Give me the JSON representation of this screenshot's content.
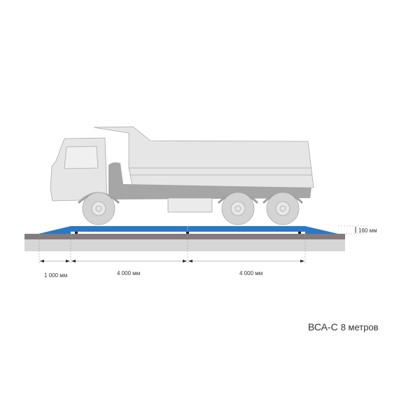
{
  "dimensions": {
    "ramp": "1 000 мм",
    "section_1": "4 000 мм",
    "section_2": "4 000 мм",
    "height": "160 мм"
  },
  "caption": {
    "model": "ВСА-С",
    "length": "8 метров"
  },
  "colors": {
    "platform": "#2a78c4",
    "ground_dark": "#857b7e",
    "ground_light": "#d6d6d6",
    "truck": "#e6e6e6"
  }
}
